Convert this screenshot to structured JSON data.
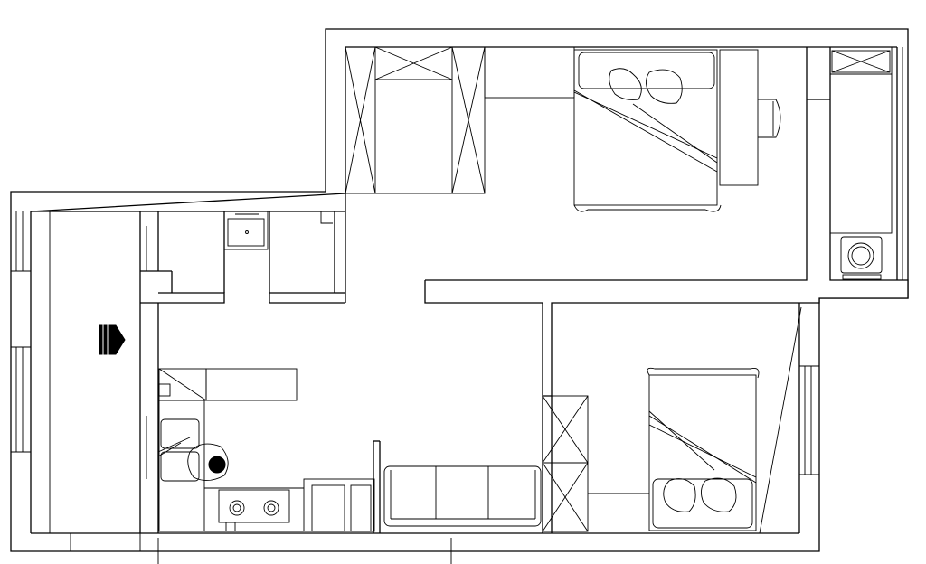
{
  "drawing": {
    "type": "architectural floor plan",
    "line_color": "#000000",
    "background_color": "#ffffff",
    "rooms": [
      {
        "id": "master-bedroom",
        "furniture": [
          "wardrobe",
          "double-bed",
          "pillow",
          "pillow",
          "desk",
          "chair"
        ]
      },
      {
        "id": "utility",
        "furniture": [
          "storage-cabinet",
          "washing-machine"
        ]
      },
      {
        "id": "second-bedroom",
        "furniture": [
          "wardrobe",
          "single-bed",
          "pillow",
          "pillow"
        ]
      },
      {
        "id": "living-room",
        "furniture": [
          "three-seat-sofa",
          "tv-cabinet"
        ]
      },
      {
        "id": "kitchen",
        "furniture": [
          "double-sink",
          "gas-stove",
          "counter",
          "chair"
        ]
      },
      {
        "id": "bathroom",
        "furniture": [
          "wash-basin"
        ]
      },
      {
        "id": "balcony",
        "furniture": []
      }
    ],
    "symbols": [
      "entrance-arrow-icon"
    ]
  }
}
